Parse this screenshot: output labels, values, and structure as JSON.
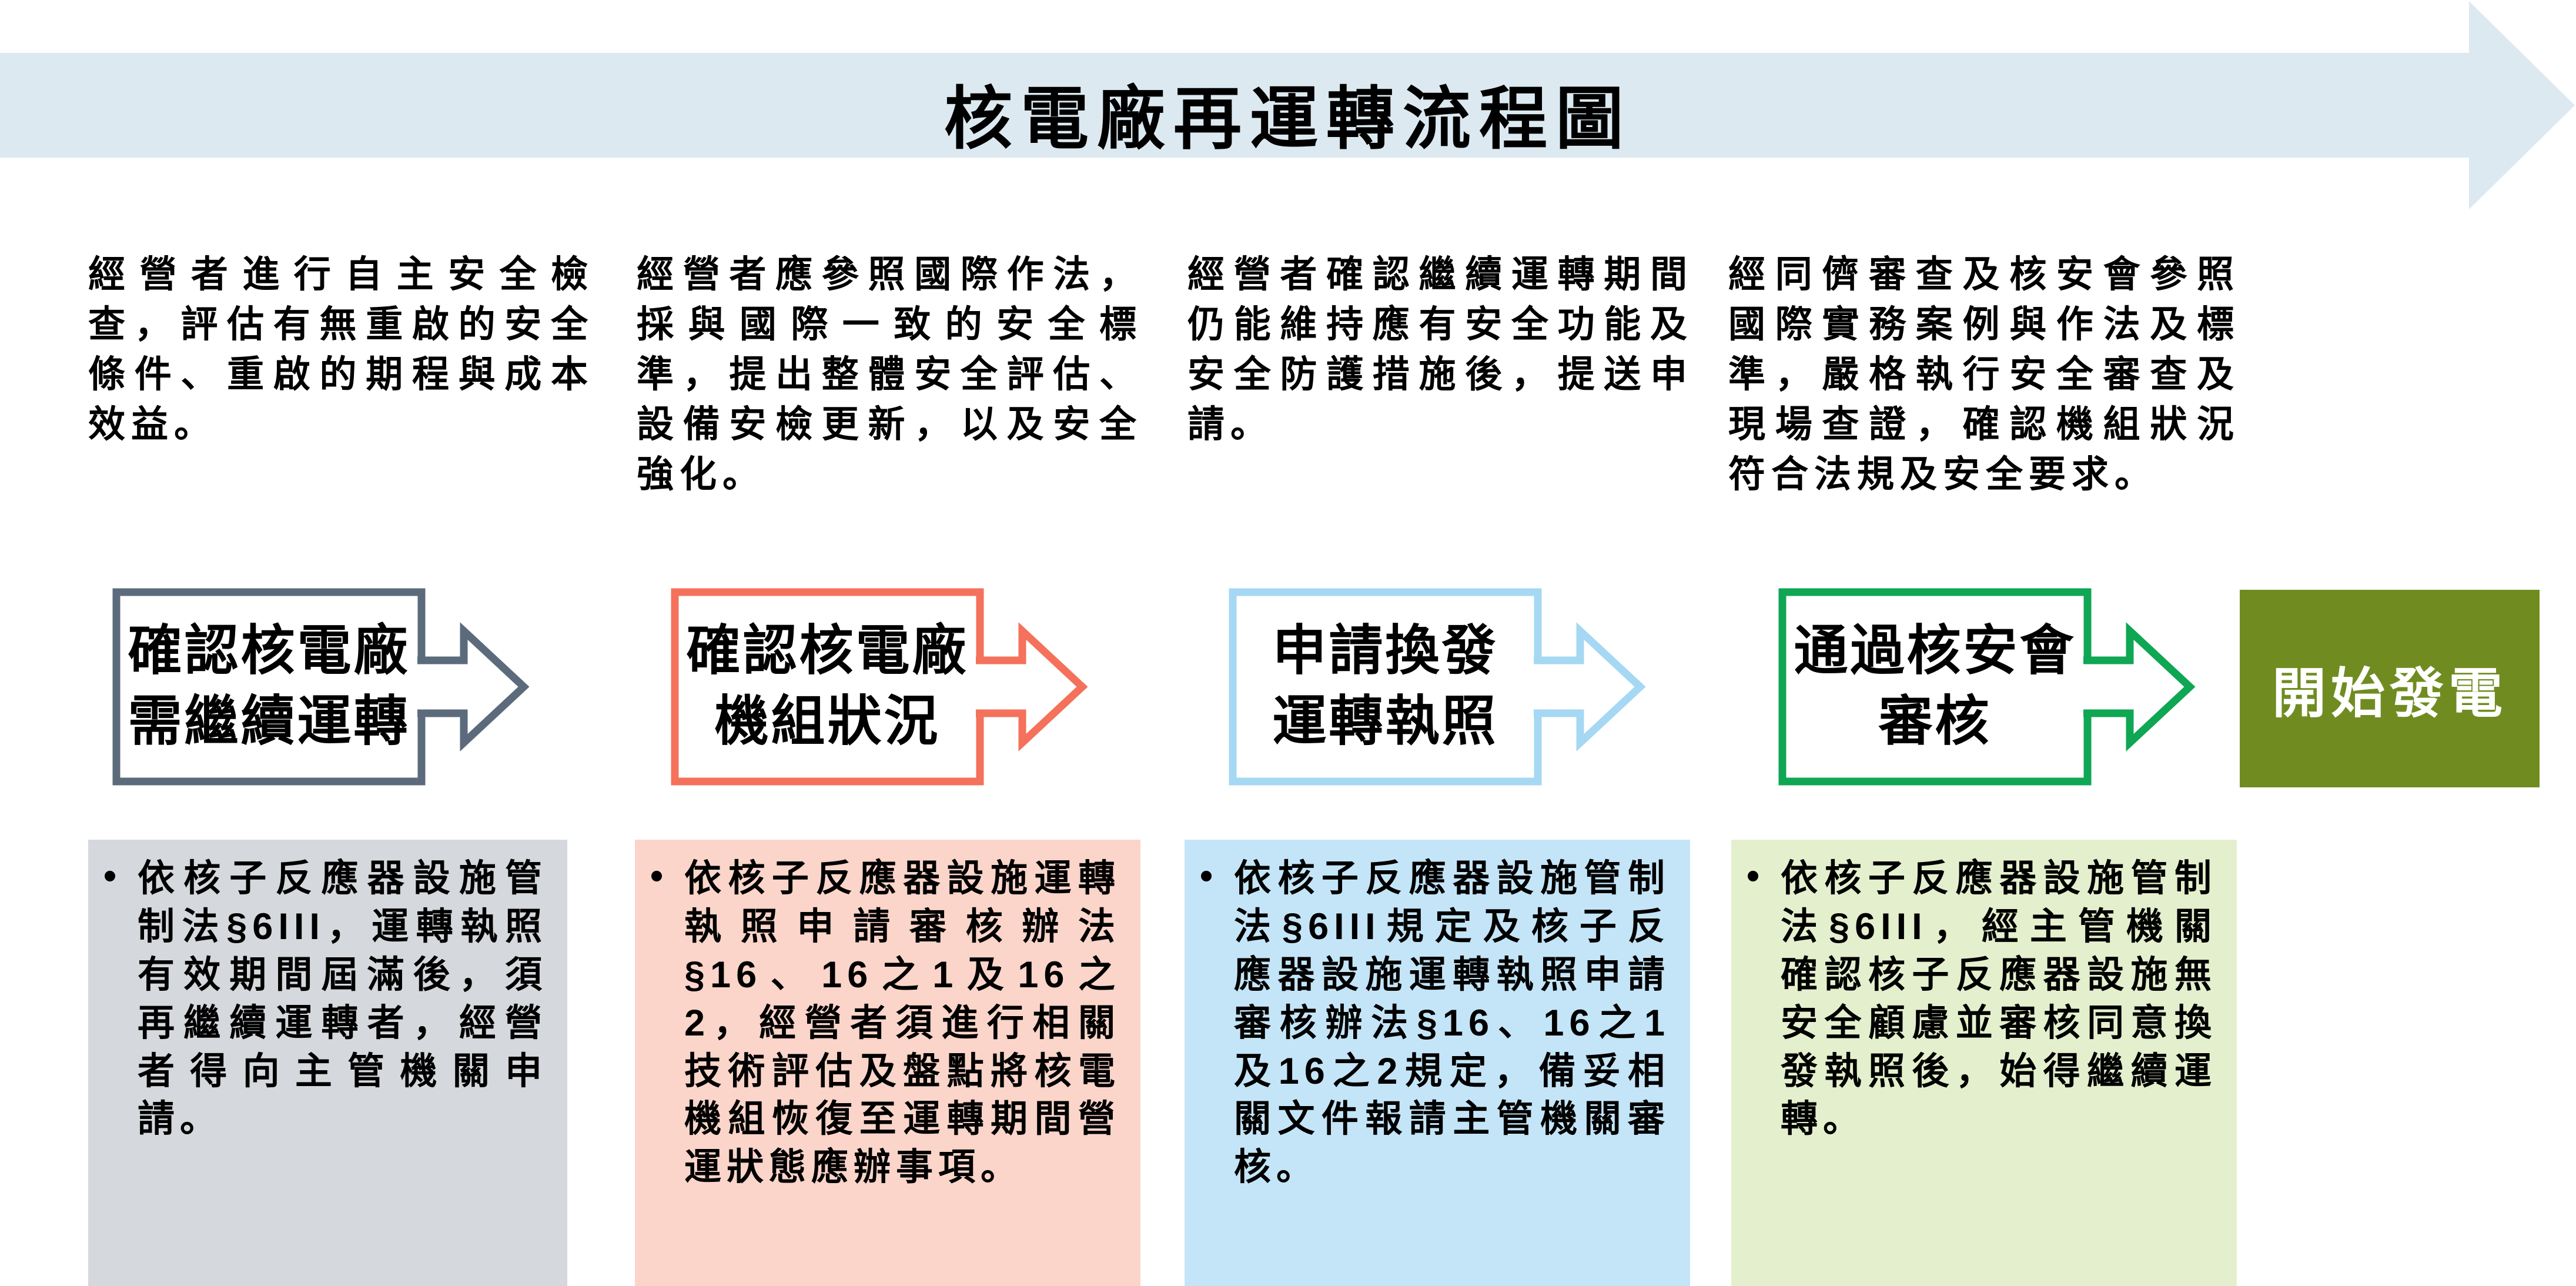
{
  "title": "核電廠再運轉流程圖",
  "bullet": "•",
  "colors": {
    "banner": "#DCE9F1",
    "background": "#FFFFFF",
    "text": "#000000"
  },
  "steps": [
    {
      "description": "經營者進行自主安全檢查，評估有無重啟的安全條件、重啟的期程與成本效益。",
      "box_lines": [
        "確認核電廠",
        "需繼續運轉"
      ],
      "accent": "#5B6B7C",
      "detail_bg": "#D5D8DC",
      "detail": "依核子反應器設施管制法§6III，運轉執照有效期間屆滿後，須再繼續運轉者，經營者得向主管機關申請。"
    },
    {
      "description": "經營者應參照國際作法，採與國際一致的安全標準，提出整體安全評估、設備安檢更新，以及安全強化。",
      "box_lines": [
        "確認核電廠",
        "機組狀況"
      ],
      "accent": "#F4715B",
      "detail_bg": "#FBD5C9",
      "detail": "依核子反應器設施運轉執照申請審核辦法§16、16之1及16之2，經營者須進行相關技術評估及盤點將核電機組恢復至運轉期間營運狀態應辦事項。"
    },
    {
      "description": "經營者確認繼續運轉期間仍能維持應有安全功能及安全防護措施後，提送申請。",
      "box_lines": [
        "申請換發",
        "運轉執照"
      ],
      "accent": "#A5D8F3",
      "detail_bg": "#C4E5F8",
      "detail": "依核子反應器設施管制法§6III規定及核子反應器設施運轉執照申請審核辦法§16、16之1及16之2規定，備妥相關文件報請主管機關審核。"
    },
    {
      "description": "經同儕審查及核安會參照國際實務案例與作法及標準，嚴格執行安全審查及現場查證，確認機組狀況符合法規及安全要求。",
      "box_lines": [
        "通過核安會",
        "審核"
      ],
      "accent": "#0FA654",
      "detail_bg": "#E4F0CD",
      "detail": "依核子反應器設施管制法§6III，經主管機關確認核子反應器設施無安全顧慮並審核同意換發執照後，始得繼續運轉。"
    }
  ],
  "final_step": {
    "label": "開始發電",
    "bg": "#708C21",
    "text_color": "#FFFFFF"
  }
}
